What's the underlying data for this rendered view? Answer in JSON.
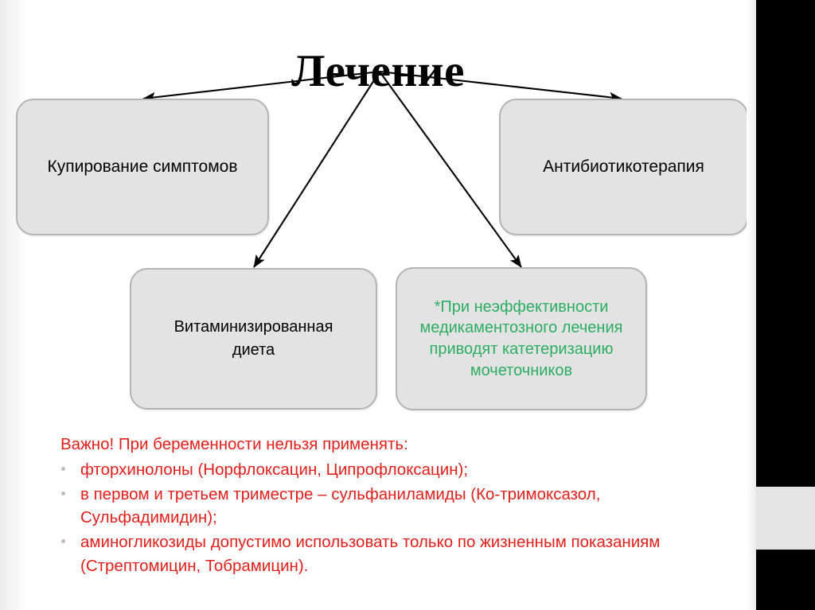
{
  "slide": {
    "title": "Лечение",
    "background_color": "#ffffff",
    "accent_green": "#2CAD63",
    "accent_red": "#E3201C",
    "box_fill": "#e3e3e3",
    "box_border": "#b4b4b4"
  },
  "boxes": {
    "symptoms": {
      "label": "Купирование симптомов"
    },
    "antibiotics": {
      "label": "Антибиотикотерапия"
    },
    "diet": {
      "label": "Витаминизированная\nдиета"
    },
    "note": {
      "label": "*При неэффективности медикаментозного лечения приводят катетеризацию мочеточников"
    }
  },
  "bottom": {
    "intro": "Важно! При беременности нельзя применять:",
    "items": [
      "фторхинолоны (Норфлоксацин, Ципрофлоксацин);",
      "в первом и третьем триместре – сульфаниламиды (Ко-тримоксазол, Сульфадимидин);",
      "аминогликозиды допустимо использовать только по жизненным показаниям (Стрептомицин, Тобрамицин)."
    ]
  },
  "decor": {
    "right_rail_top_color": "#000000",
    "right_rail_mid_color": "#e4e4e4",
    "right_rail_bottom_color": "#000000"
  }
}
